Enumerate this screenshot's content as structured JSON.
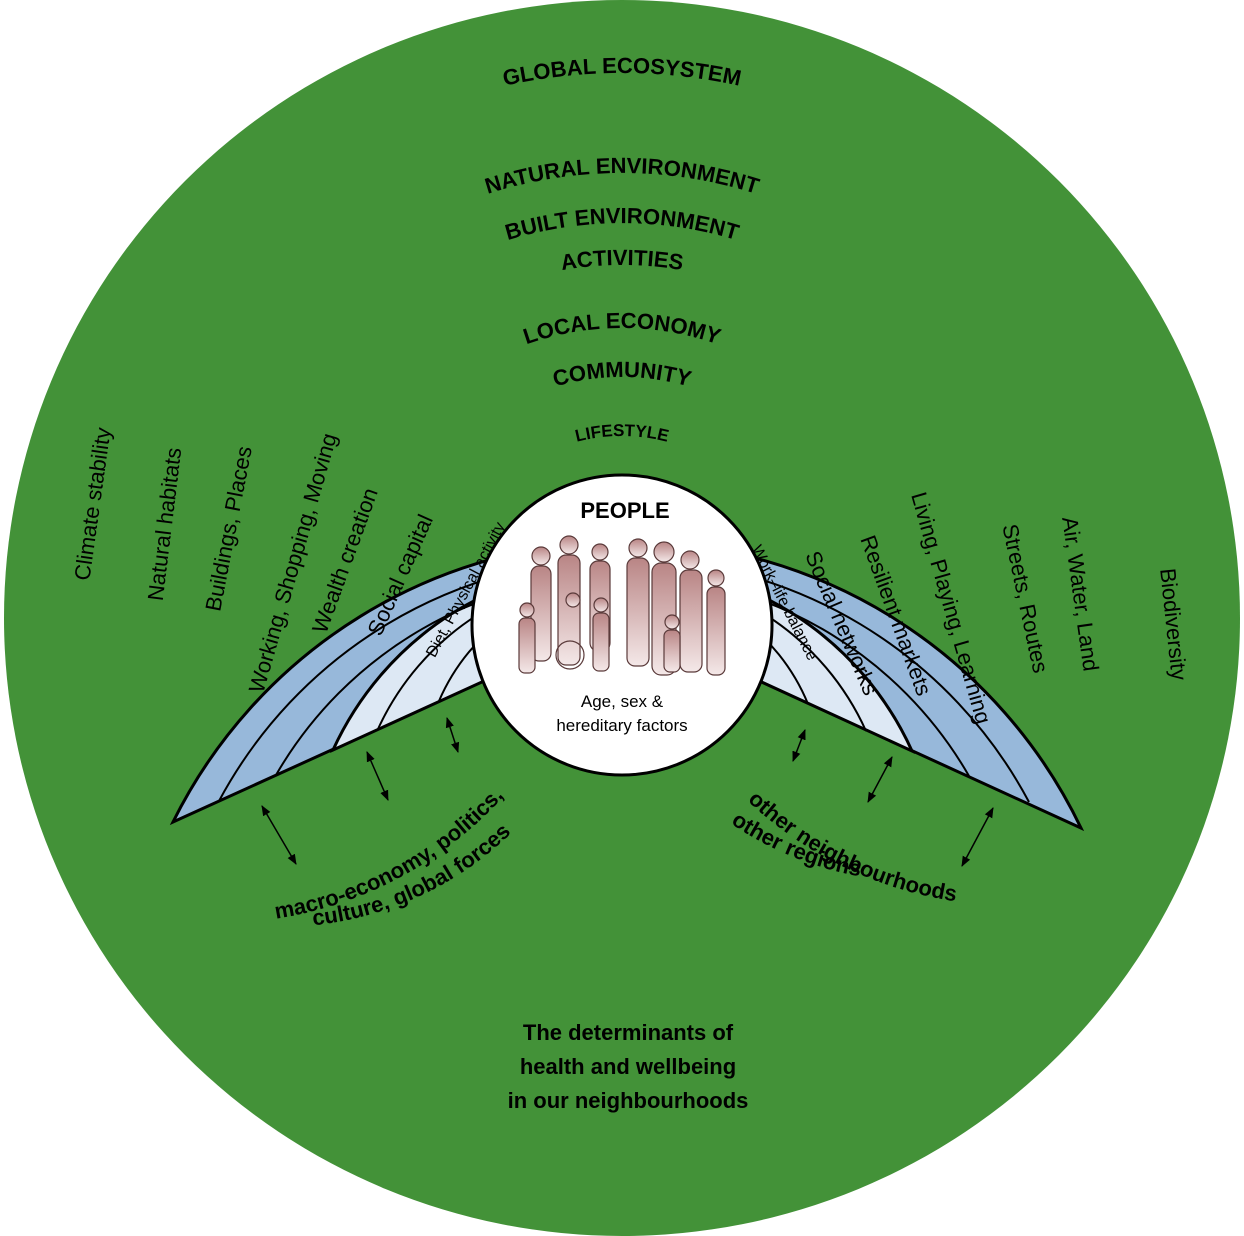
{
  "outer": {
    "title": "GLOBAL ECOSYSTEM",
    "left_label": "Climate stability",
    "right_label": "Biodiversity",
    "caption": [
      "The determinants of",
      "health and wellbeing",
      "in our neighbourhoods"
    ]
  },
  "rings": {
    "natural_environment": "NATURAL ENVIRONMENT",
    "built_environment": "BUILT ENVIRONMENT",
    "activities": "ACTIVITIES",
    "local_economy": "LOCAL ECONOMY",
    "community": "COMMUNITY",
    "lifestyle": "LIFESTYLE"
  },
  "left_spokes": {
    "natural": "Natural habitats",
    "built": "Buildings, Places",
    "activities": "Working, Shopping, Moving",
    "economy": "Wealth creation",
    "community": "Social capital",
    "lifestyle": "Diet, Physical activity"
  },
  "right_spokes": {
    "natural": "Air, Water, Land",
    "built": "Streets, Routes",
    "activities": "Living, Playing, Learning",
    "economy": "Resilient markets",
    "community": "Social networks",
    "lifestyle": "Work–life balance"
  },
  "center": {
    "title": "PEOPLE",
    "line1": "Age, sex &",
    "line2": "hereditary factors"
  },
  "external": {
    "left_line1": "macro-economy, politics,",
    "left_line2": "culture, global forces",
    "right_line1": "other neighbourhoods",
    "right_line2": "other regions"
  },
  "colors": {
    "outer_green": "#439238",
    "outer_band_blue": "#97b8da",
    "inner_band_blue": "#dde8f4",
    "center_white": "#ffffff",
    "people_fill": "#c9a0a0"
  }
}
